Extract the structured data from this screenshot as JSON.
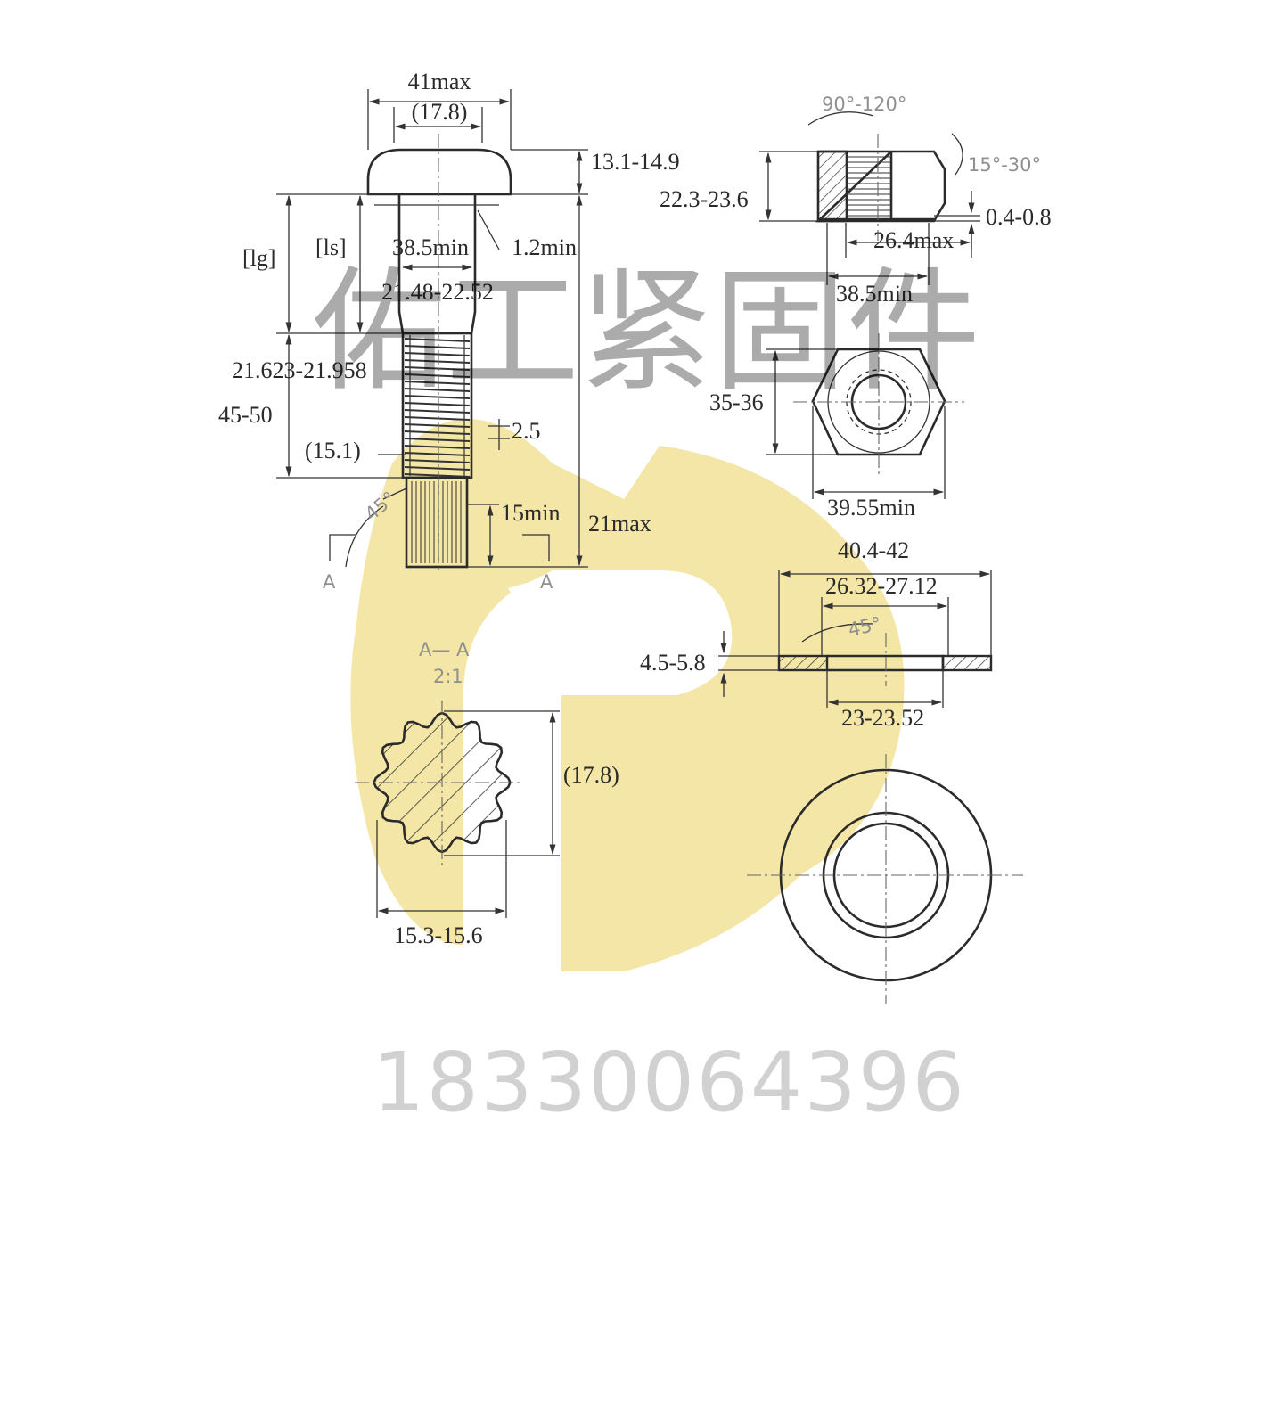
{
  "bolt": {
    "head_width": "41max",
    "head_inner": "(17.8)",
    "head_height": "13.1-14.9",
    "grip_length": "[lg]",
    "shank_length": "[ls]",
    "bearing_dia": "38.5min",
    "fillet": "1.2min",
    "shank_dia": "21.48-22.52",
    "thread_dia": "21.623-21.958",
    "thread_length": "45-50",
    "pitch": "2.5",
    "minor_dia": "(15.1)",
    "spline_length": "15min",
    "tail_length": "21max",
    "chamfer_angle": "45°",
    "section_mark": "A"
  },
  "nut": {
    "countersink_angle": "90°-120°",
    "chamfer_angle": "15°-30°",
    "height": "22.3-23.6",
    "washer_face": "0.4-0.8",
    "countersink_dia": "26.4max",
    "bearing_dia": "38.5min",
    "across_flats": "35-36",
    "across_corners": "39.55min"
  },
  "washer": {
    "outer_dia": "40.4-42",
    "chamfer_dia": "26.32-27.12",
    "chamfer_angle": "45°",
    "thickness": "4.5-5.8",
    "inner_dia": "23-23.52"
  },
  "section": {
    "title": "A— A",
    "scale": "2:1",
    "height": "(17.8)",
    "width": "15.3-15.6"
  },
  "watermark": {
    "company": "佑工紧固件",
    "phone": "18330064396",
    "logo_color": "#f3e6a6"
  }
}
